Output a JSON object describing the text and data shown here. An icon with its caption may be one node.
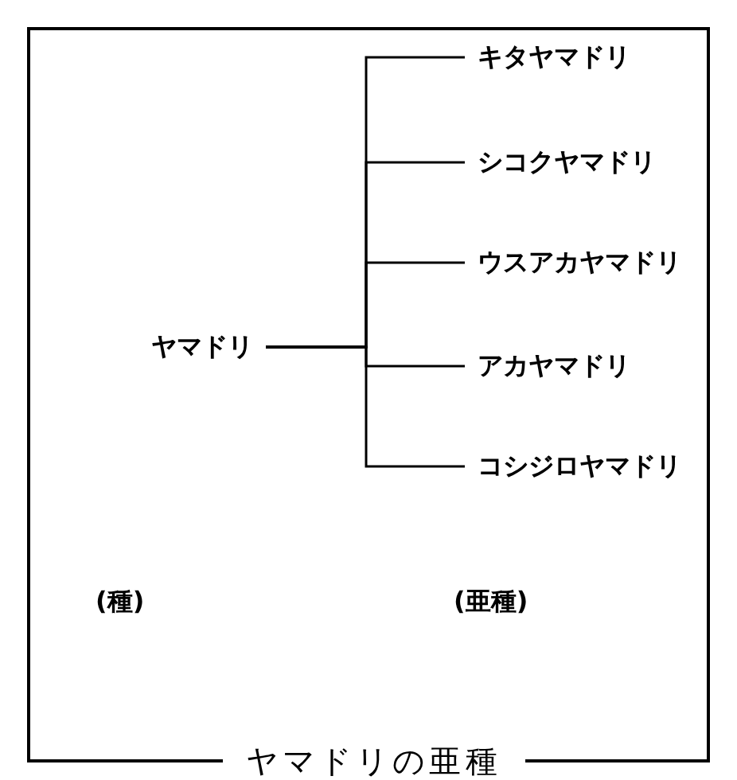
{
  "diagram": {
    "title": "ヤマドリの亜種",
    "nodes": [
      {
        "text": [
          "ヤマドリ"
        ]
      },
      {
        "text": [
          "キタヤマドリ"
        ]
      },
      {
        "text": [
          "シコクヤマドリ"
        ]
      },
      {
        "text": [
          "ウスアカヤマドリ"
        ]
      },
      {
        "text": [
          "アカヤマドリ"
        ]
      },
      {
        "text": [
          "コシジロヤマドリ"
        ]
      }
    ],
    "edges": [
      {
        "from": 0,
        "to": 1,
        "arrow": "none"
      },
      {
        "from": 0,
        "to": 2,
        "arrow": "none"
      },
      {
        "from": 0,
        "to": 3,
        "arrow": "none"
      },
      {
        "from": 0,
        "to": 4,
        "arrow": "none"
      },
      {
        "from": 0,
        "to": 5,
        "arrow": "none"
      }
    ],
    "labels": [
      "(種)",
      "(亜種)"
    ]
  }
}
